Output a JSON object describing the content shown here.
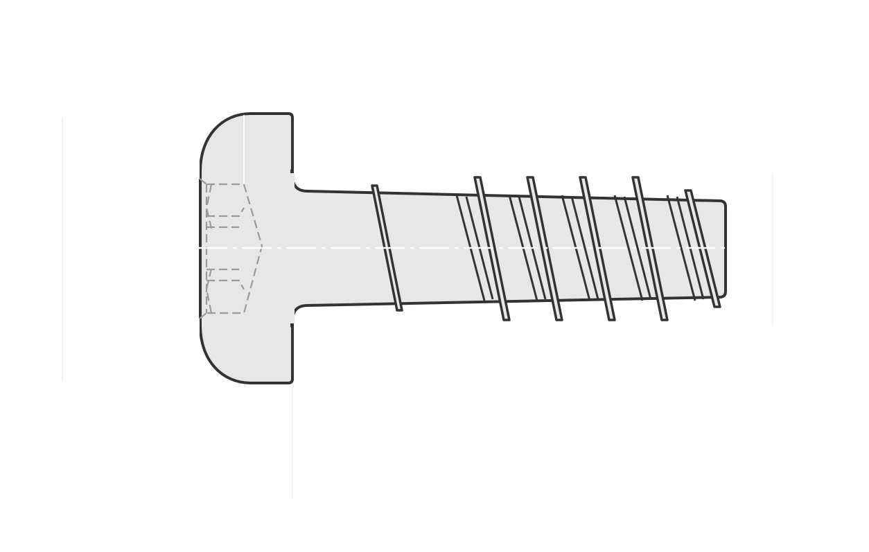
{
  "diagram": {
    "subject": "pan-head-thread-forming-screw",
    "view": "side",
    "colors": {
      "background": "#ffffff",
      "body_fill": "#e6e7e8",
      "outline": "#333333",
      "hidden_line": "#9a9a9a",
      "center_line": "#ffffff"
    },
    "thread_turns": 6
  }
}
